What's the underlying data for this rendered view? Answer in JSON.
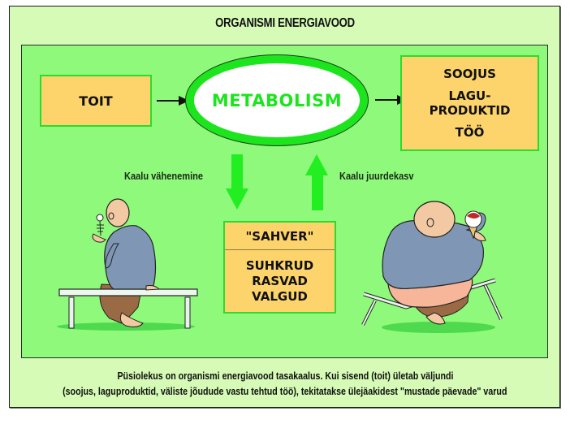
{
  "title": "ORGANISMI ENERGIAVOOD",
  "diagram": {
    "input_box": {
      "label": "TOIT"
    },
    "center_node": {
      "label": "METABOLISM"
    },
    "output_box": {
      "lines": [
        "SOOJUS",
        "LAGU-",
        "PRODUKTID",
        "TÖÖ"
      ]
    },
    "storage_box": {
      "header": "\"SAHVER\"",
      "lines": [
        "SUHKRUD",
        "RASVAD",
        "VALGUD"
      ]
    },
    "arrows": {
      "down_label": "Kaalu vähenemine",
      "up_label": "Kaalu juurdekasv"
    },
    "illustrations": {
      "left": "thin man on bench with fish skeleton",
      "right": "fat man on stool with ice cream"
    }
  },
  "caption": {
    "line1": "Püsiolekus on organismi energiavood tasakaalus. Kui sisend (toit) ületab väljundi",
    "line2": "(soojus, laguproduktid, väliste jõudude vastu tehtud töö), tekitatakse ülejäakidest \"mustade päevade\" varud"
  },
  "colors": {
    "frame_bg": "#d5fbb6",
    "panel_bg": "#8ef97a",
    "box_fill": "#fcd46b",
    "accent_green": "#1de51d"
  }
}
